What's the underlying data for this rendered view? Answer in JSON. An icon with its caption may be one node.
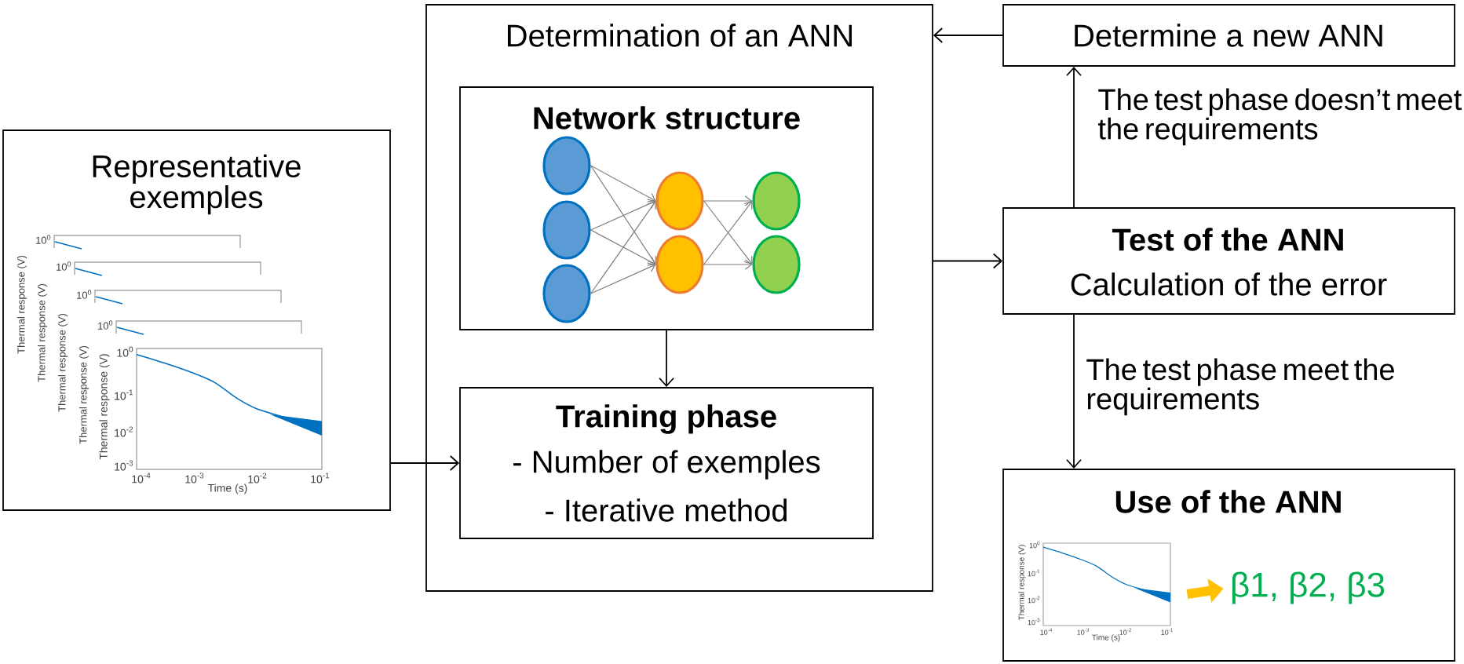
{
  "diagram": {
    "nodes": [
      {
        "text": [
          "Representative exemples"
        ]
      },
      {
        "text": [
          "Determination of an ANN"
        ]
      },
      {
        "text": [
          "Network structure"
        ],
        "in": 1
      },
      {
        "text": [
          "Training phase",
          "- Number of exemples",
          "- Iterative method"
        ],
        "in": 1
      },
      {
        "text": [
          "Determine a new ANN"
        ]
      },
      {
        "text": [
          "Test of the ANN",
          "Calculation of the error"
        ]
      },
      {
        "text": [
          "Use of the ANN"
        ]
      },
      {
        "text": [],
        "shape": "circle",
        "in": 2
      },
      {
        "text": [],
        "shape": "circle",
        "in": 2
      },
      {
        "text": [],
        "shape": "circle",
        "in": 2
      },
      {
        "text": [],
        "shape": "circle",
        "in": 2
      },
      {
        "text": [],
        "shape": "circle",
        "in": 2
      },
      {
        "text": [],
        "shape": "circle",
        "in": 2
      },
      {
        "text": [],
        "shape": "circle",
        "in": 2
      },
      {
        "text": [],
        "shape": "picture",
        "in": 6
      },
      {
        "text": [
          "β1, β2, β3"
        ],
        "in": 6
      }
    ],
    "edges": [
      {
        "from": 0,
        "to": 3,
        "arrow": "to",
        "color": "#000000"
      },
      {
        "from": 2,
        "to": 3,
        "arrow": "to",
        "color": "#000000"
      },
      {
        "from": 4,
        "to": 1,
        "arrow": "to",
        "color": "#000000"
      },
      {
        "from": 1,
        "to": 5,
        "arrow": "to",
        "color": "#000000"
      },
      {
        "from": 5,
        "to": 4,
        "arrow": "to",
        "label": "The test phase doesn’t meet the requirements",
        "color": "#000000"
      },
      {
        "from": 5,
        "to": 6,
        "arrow": "to",
        "label": "The test phase meet the requirements",
        "color": "#000000"
      },
      {
        "from": 7,
        "to": 10,
        "arrow": "to"
      },
      {
        "from": 7,
        "to": 11,
        "arrow": "to"
      },
      {
        "from": 8,
        "to": 10,
        "arrow": "to"
      },
      {
        "from": 8,
        "to": 11,
        "arrow": "to"
      },
      {
        "from": 9,
        "to": 10,
        "arrow": "to"
      },
      {
        "from": 9,
        "to": 11,
        "arrow": "to"
      },
      {
        "from": 10,
        "to": 12,
        "arrow": "to"
      },
      {
        "from": 10,
        "to": 13,
        "arrow": "to"
      },
      {
        "from": 11,
        "to": 12,
        "arrow": "to"
      },
      {
        "from": 11,
        "to": 13,
        "arrow": "to"
      },
      {
        "from": 14,
        "to": 15,
        "arrow": "to",
        "style": "thick",
        "color": "#ffc000"
      }
    ],
    "labels": [
      "Thermal response (V)",
      "10$^{0}$",
      "Thermal response (V)",
      "10$^{0}$",
      "Thermal response (V)",
      "10$^{0}$",
      "Thermal response (V)",
      "10$^{0}$",
      "Thermal response (V)",
      "10$^{0}$",
      "10$^{-1}$",
      "10$^{-2}$",
      "10$^{-3}$",
      "10$^{-4}$",
      "10$^{-3}$",
      "10$^{-2}$",
      "10$^{-1}$",
      "Time (s)",
      "Thermal response (V)",
      "10$^{0}$",
      "10$^{-1}$",
      "10$^{-2}$",
      "10$^{-3}$",
      "10$^{-4}$",
      "10$^{-3}$",
      "10$^{-2}$",
      "10$^{-1}$",
      "Time (s)"
    ]
  }
}
